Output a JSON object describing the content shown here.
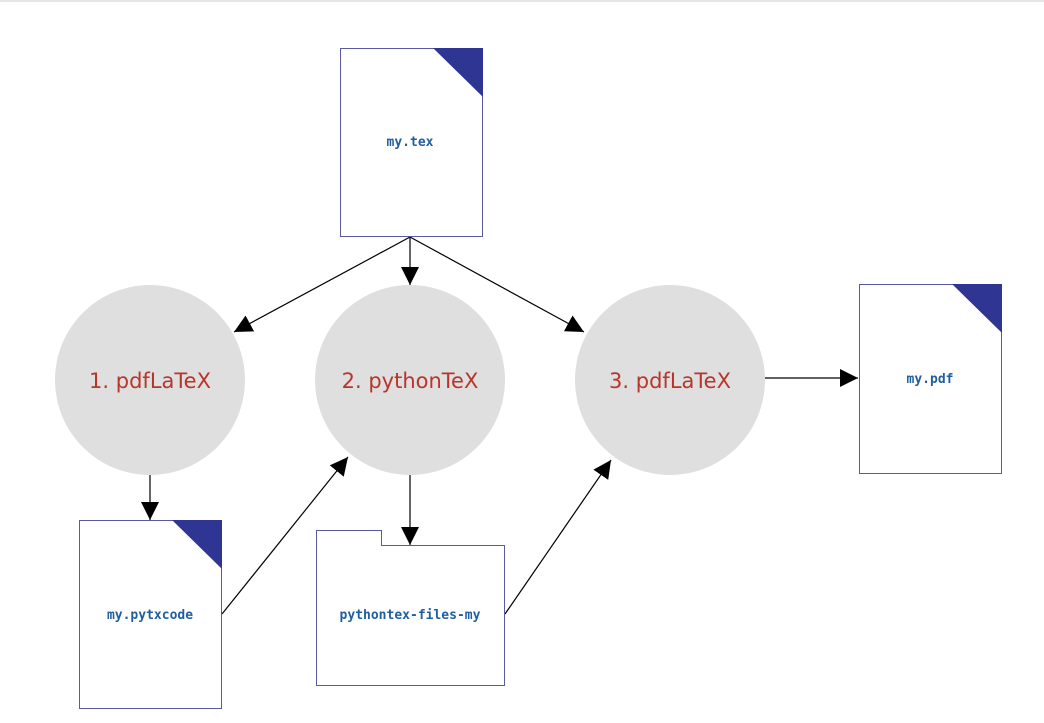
{
  "files": {
    "tex": "my.tex",
    "pdf": "my.pdf",
    "pytxcode": "my.pytxcode",
    "folder": "pythontex-files-my"
  },
  "steps": [
    {
      "num": "1.",
      "tool": "pdfLaTeX"
    },
    {
      "num": "2.",
      "tool": "pythonTeX"
    },
    {
      "num": "3.",
      "tool": "pdfLaTeX"
    }
  ],
  "colors": {
    "file_text": "#1f5fa0",
    "step_text": "#b8352a",
    "circle_fill": "#dfdfdf",
    "doc_corner": "#2e3593"
  }
}
